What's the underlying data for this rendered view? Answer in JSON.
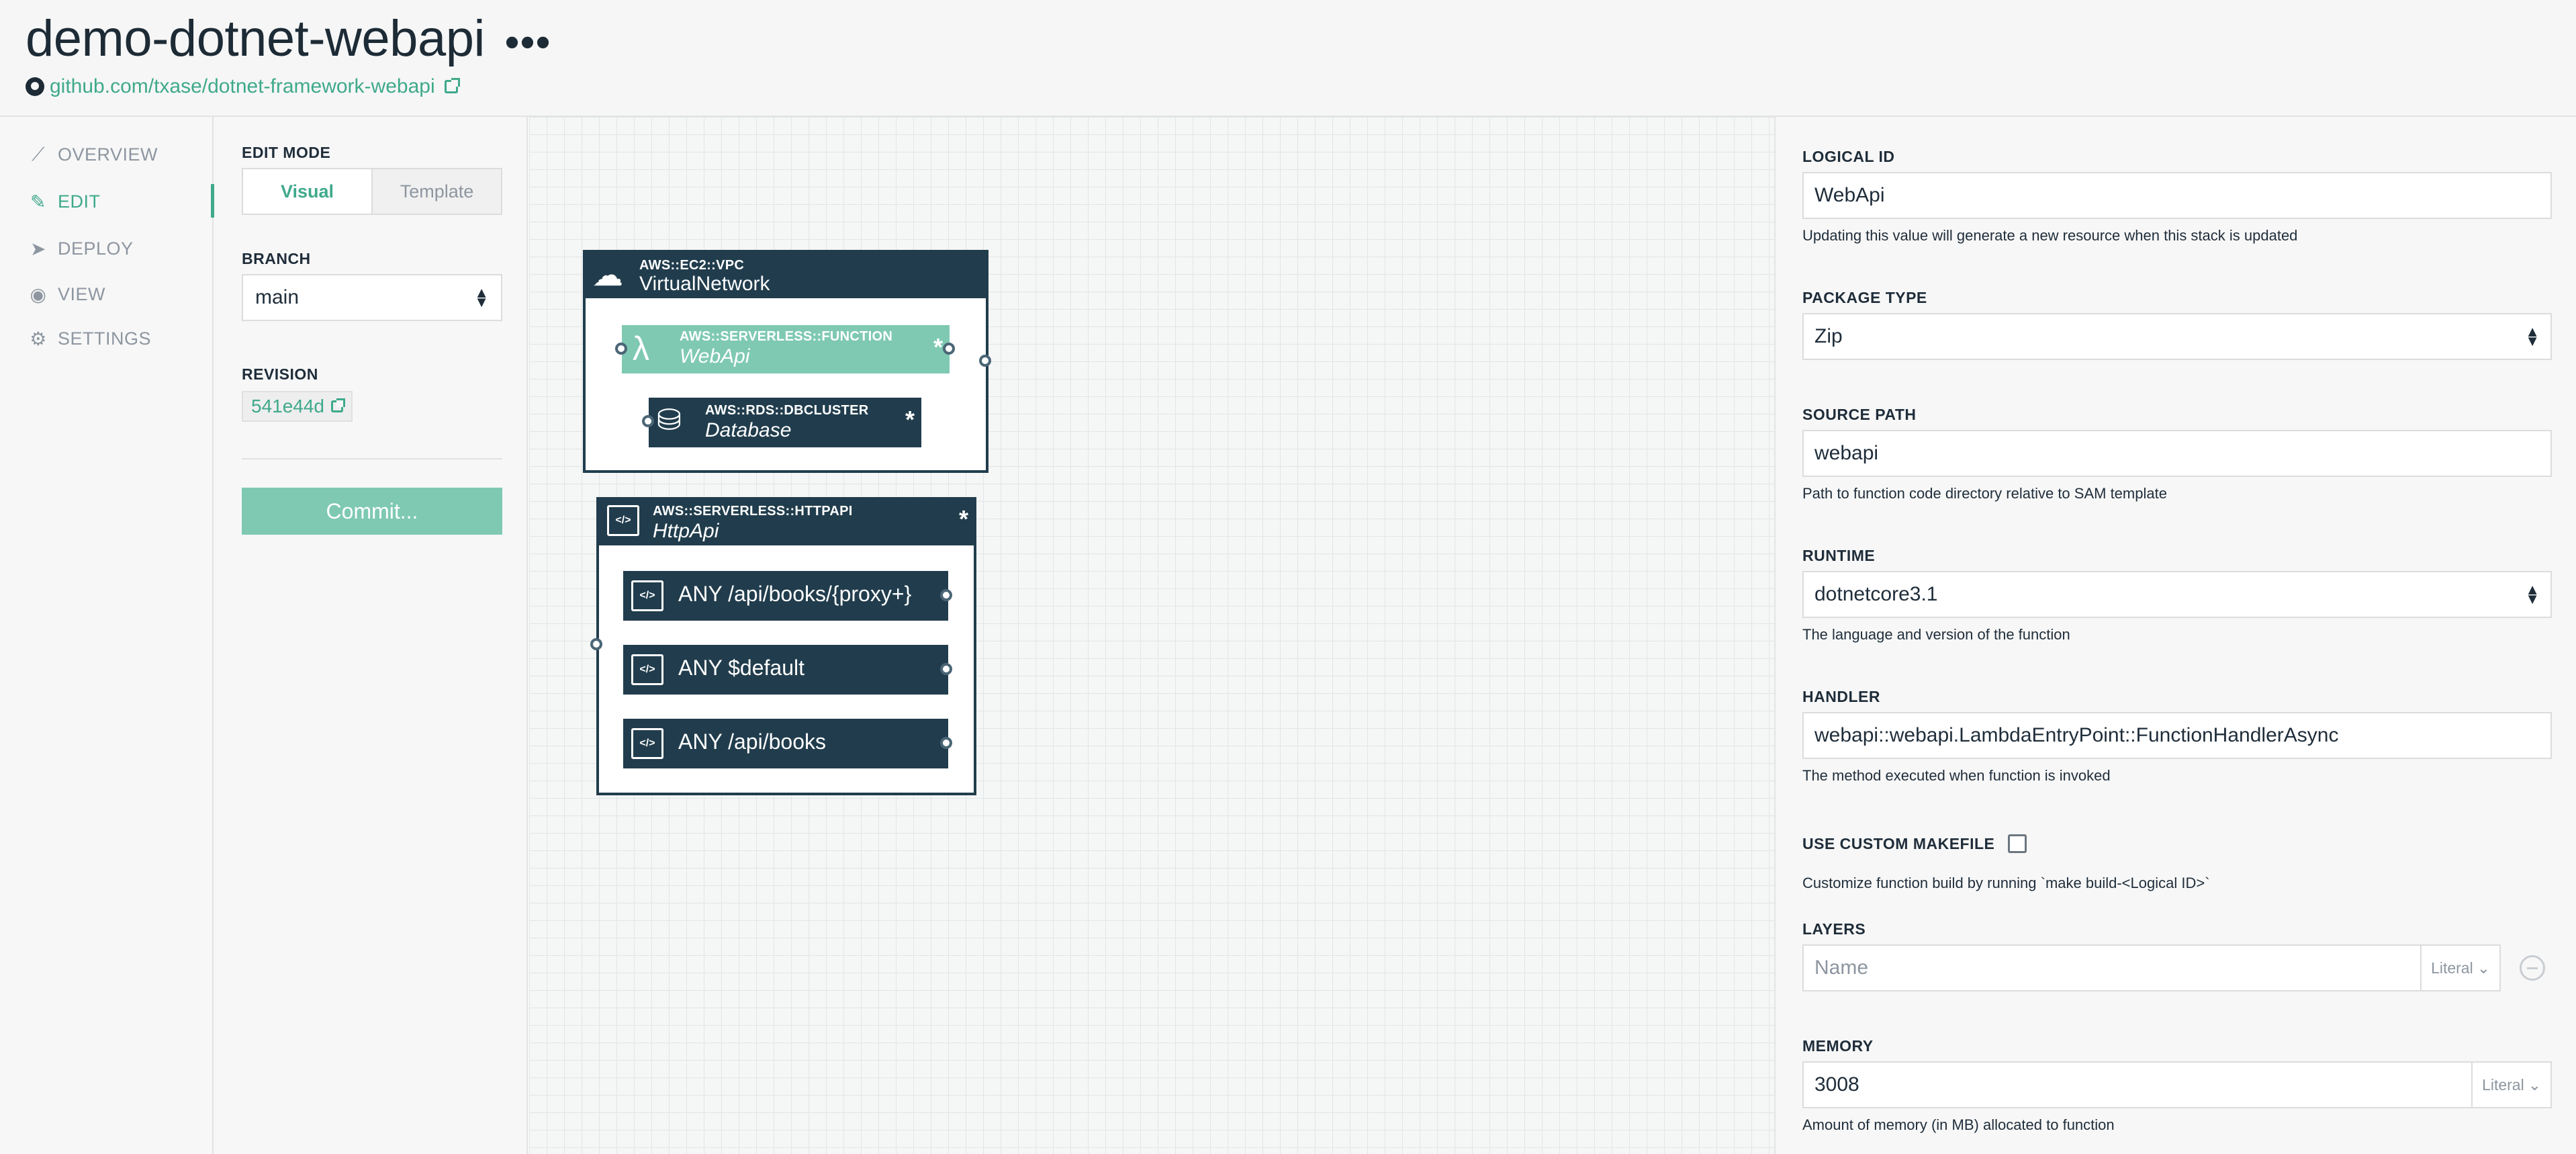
{
  "header": {
    "title": "demo-dotnet-webapi",
    "more": "•••",
    "repo_link": "github.com/txase/dotnet-framework-webapi"
  },
  "nav": {
    "items": [
      {
        "label": "OVERVIEW",
        "icon": "chart-line-icon"
      },
      {
        "label": "EDIT",
        "icon": "pencil-icon"
      },
      {
        "label": "DEPLOY",
        "icon": "paper-plane-icon"
      },
      {
        "label": "VIEW",
        "icon": "eye-icon"
      },
      {
        "label": "SETTINGS",
        "icon": "gear-icon"
      }
    ],
    "active": "EDIT"
  },
  "edit_panel": {
    "edit_mode_label": "EDIT MODE",
    "mode_visual": "Visual",
    "mode_template": "Template",
    "branch_label": "BRANCH",
    "branch_value": "main",
    "revision_label": "REVISION",
    "revision_value": "541e44d",
    "commit_button": "Commit..."
  },
  "canvas": {
    "vpc": {
      "type": "AWS::EC2::VPC",
      "name": "VirtualNetwork"
    },
    "function": {
      "type": "AWS::SERVERLESS::FUNCTION",
      "name": "WebApi",
      "marker": "*"
    },
    "database": {
      "type": "AWS::RDS::DBCLUSTER",
      "name": "Database",
      "marker": "*"
    },
    "httpapi": {
      "type": "AWS::SERVERLESS::HTTPAPI",
      "name": "HttpApi",
      "marker": "*",
      "routes": [
        "ANY /api/books/{proxy+}",
        "ANY $default",
        "ANY /api/books"
      ]
    }
  },
  "properties": {
    "logical_id": {
      "label": "LOGICAL ID",
      "value": "WebApi",
      "help": "Updating this value will generate a new resource when this stack is updated"
    },
    "package_type": {
      "label": "PACKAGE TYPE",
      "value": "Zip"
    },
    "source_path": {
      "label": "SOURCE PATH",
      "value": "webapi",
      "help": "Path to function code directory relative to SAM template"
    },
    "runtime": {
      "label": "RUNTIME",
      "value": "dotnetcore3.1",
      "help": "The language and version of the function"
    },
    "handler": {
      "label": "HANDLER",
      "value": "webapi::webapi.LambdaEntryPoint::FunctionHandlerAsync",
      "help": "The method executed when function is invoked"
    },
    "custom_makefile": {
      "label": "USE CUSTOM MAKEFILE",
      "checked": false,
      "help": "Customize function build by running `make build-<Logical ID>`"
    },
    "layers": {
      "label": "LAYERS",
      "placeholder": "Name",
      "mode": "Literal"
    },
    "memory": {
      "label": "MEMORY",
      "value": "3008",
      "mode": "Literal",
      "help": "Amount of memory (in MB) allocated to function"
    }
  },
  "colors": {
    "accent": "#3fa98b",
    "node_dark": "#213d4d",
    "function_fill": "#7fc9b2"
  }
}
